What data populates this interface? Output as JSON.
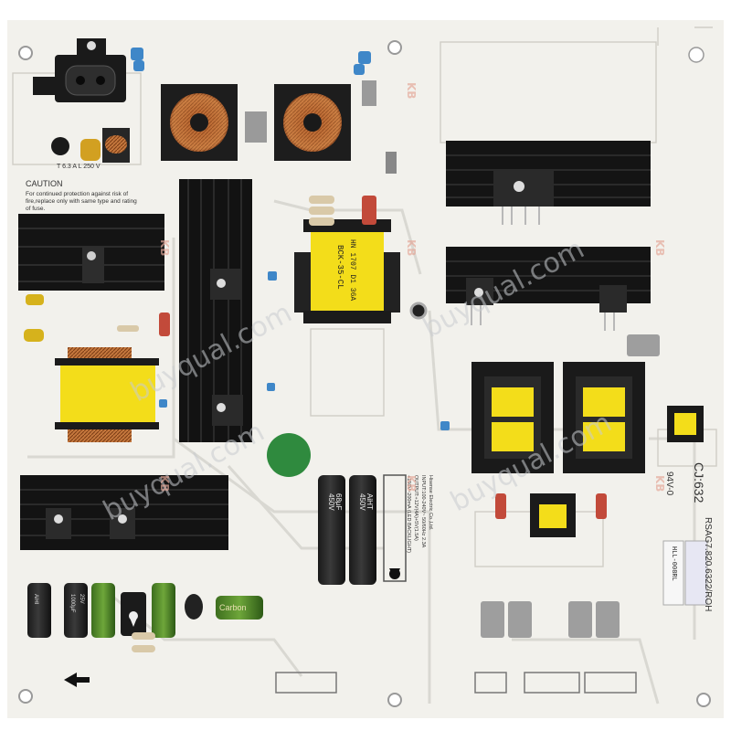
{
  "board": {
    "part_number": "RSAG7.820.6322/ROH",
    "model_code": "CJ:632",
    "flammability": "94V-0",
    "caution_title": "CAUTION",
    "caution_text_1": "For continued protection against risk of",
    "caution_text_2": "fire,replace only with same type and rating",
    "caution_text_3": "of fuse.",
    "fuse_label": "T 6.3 A L 250 V",
    "maker_block_1": "Hisense Electric Co.,Ltd.",
    "maker_block_2": "INPUT:100-240V~ 50/60Hz 2.3A",
    "maker_block_3": "OUTPUT:+12V(4A)+5V(1.5A)",
    "maker_block_4": "+150V~200mA (LED BACKLIGHT)",
    "transformer_label_1": "BCK-35-CL",
    "transformer_label_2": "HN 1707 D1 36A",
    "lot_sticker": "HLL-008RL"
  },
  "capacitors": {
    "bulk_value": "450V",
    "bulk_cap": "68μF",
    "bulk_brand": "AiHT",
    "small_value": "1000μF",
    "small_volt": "25V",
    "small_brand": "AiHI",
    "green_brand": "Carbon"
  },
  "watermarks": {
    "site": "buyqual.com",
    "kb": "KB"
  },
  "colors": {
    "pcb": "#f2f1ec",
    "heatsink": "#141414",
    "transformer_yellow": "#f3dd1a",
    "copper": "#c06a36",
    "resistor_red": "#c24a3a",
    "silkscreen": "#444444"
  }
}
